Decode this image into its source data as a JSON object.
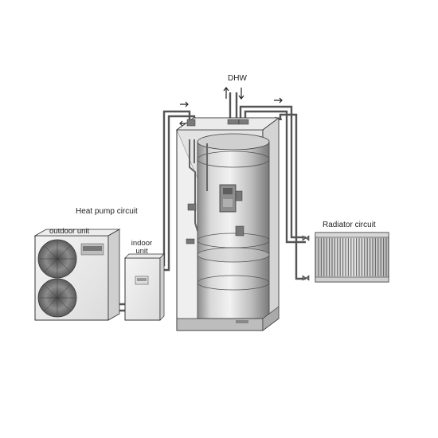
{
  "labels": {
    "dhw": "DHW",
    "heat_pump_circuit": "Heat pump circuit",
    "outdoor_unit": "outdoor unit",
    "indoor_unit_line1": "indoor",
    "indoor_unit_line2": "unit",
    "radiator_circuit": "Radiator circuit"
  },
  "components": [
    "outdoor-unit",
    "indoor-unit",
    "hot-water-cylinder",
    "radiator"
  ],
  "colors": {
    "pipe": "#555555",
    "outline": "#333333",
    "glass": "#d7d7d7",
    "background": "#ffffff"
  }
}
